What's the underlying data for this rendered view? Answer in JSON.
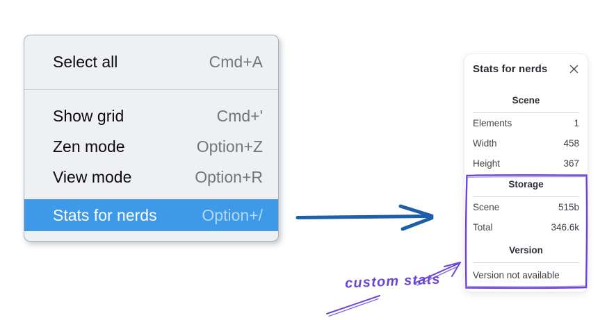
{
  "colors": {
    "menu_background": "#eff0f2",
    "menu_border": "#a8b0b9",
    "highlight_blue": "#3e99e9",
    "shortcut_gray": "#70767d",
    "shortcut_on_highlight": "#b5d8f6",
    "arrow_blue": "#1e5fa9",
    "annotation_purple": "#6b46d6",
    "panel_background": "#ffffff",
    "panel_text": "#45454e",
    "rule_gray": "#ccd4dc"
  },
  "menu": {
    "groups": [
      {
        "items": [
          {
            "label": "Select all",
            "shortcut": "Cmd+A",
            "highlighted": false
          }
        ]
      },
      {
        "items": [
          {
            "label": "Show grid",
            "shortcut": "Cmd+'",
            "highlighted": false
          },
          {
            "label": "Zen mode",
            "shortcut": "Option+Z",
            "highlighted": false
          },
          {
            "label": "View mode",
            "shortcut": "Option+R",
            "highlighted": false
          },
          {
            "label": "Stats for nerds",
            "shortcut": "Option+/",
            "highlighted": true
          }
        ]
      }
    ]
  },
  "stats_panel": {
    "title": "Stats for nerds",
    "sections": [
      {
        "header": "Scene",
        "rows": [
          {
            "label": "Elements",
            "value": "1"
          },
          {
            "label": "Width",
            "value": "458"
          },
          {
            "label": "Height",
            "value": "367"
          }
        ]
      },
      {
        "header": "Storage",
        "rows": [
          {
            "label": "Scene",
            "value": "515b"
          },
          {
            "label": "Total",
            "value": "346.6k"
          }
        ]
      },
      {
        "header": "Version",
        "note": "Version not available"
      }
    ]
  },
  "annotation": {
    "label": "custom stats"
  }
}
